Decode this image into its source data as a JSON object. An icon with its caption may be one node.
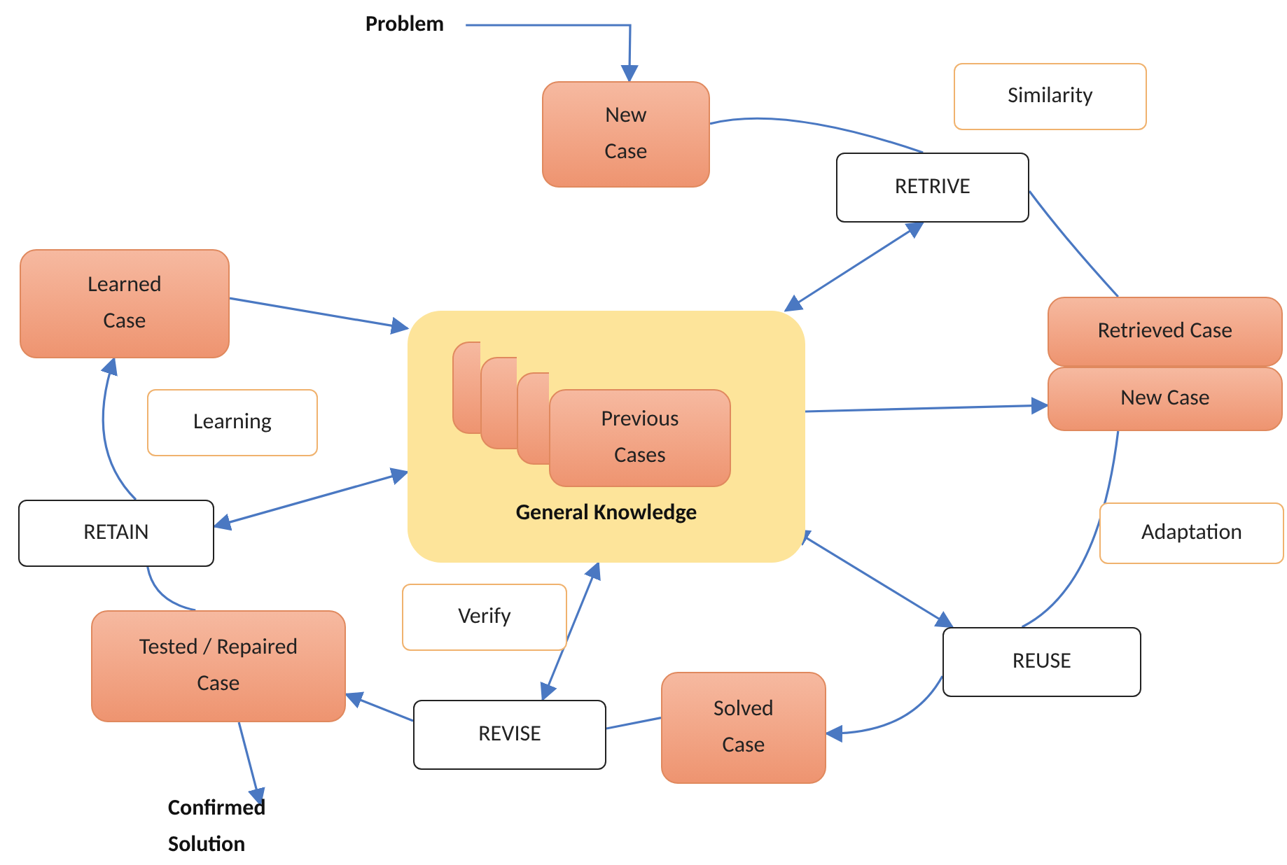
{
  "diagram": {
    "nodes": [
      {
        "text": [
          "Problem"
        ]
      },
      {
        "text": [
          "New Case"
        ]
      },
      {
        "text": [
          "Similarity"
        ]
      },
      {
        "text": [
          "RETRIVE"
        ]
      },
      {
        "text": [
          "Learned Case"
        ]
      },
      {
        "text": [
          "General Knowledge"
        ]
      },
      {
        "text": [],
        "shape": "box",
        "in": 5
      },
      {
        "text": [],
        "shape": "box",
        "in": 5
      },
      {
        "text": [],
        "shape": "box",
        "in": 5
      },
      {
        "text": [
          "Previous Cases"
        ],
        "in": 5
      },
      {
        "text": [
          "Learning"
        ]
      },
      {
        "text": [
          "Retrieved Case"
        ]
      },
      {
        "text": [
          "New Case"
        ]
      },
      {
        "text": [
          "RETAIN"
        ]
      },
      {
        "text": [
          "Adaptation"
        ]
      },
      {
        "text": [
          "Verify"
        ]
      },
      {
        "text": [
          "Tested / Repaired Case"
        ]
      },
      {
        "text": [
          "REUSE"
        ]
      },
      {
        "text": [
          "REVISE"
        ]
      },
      {
        "text": [
          "Solved Case"
        ]
      },
      {
        "text": [
          "Confirmed Solution"
        ]
      }
    ],
    "edges": [
      {
        "from": 0,
        "to": 1,
        "arrow": "to"
      },
      {
        "from": 1,
        "to": 3,
        "arrow": "none"
      },
      {
        "from": 3,
        "to": 11,
        "arrow": "none"
      },
      {
        "from": 3,
        "to": 5,
        "arrow": "both"
      },
      {
        "from": 4,
        "to": 5,
        "arrow": "to"
      },
      {
        "from": 5,
        "to": 12,
        "arrow": "to"
      },
      {
        "from": 12,
        "to": 17,
        "arrow": "none"
      },
      {
        "from": 5,
        "to": 17,
        "arrow": "both"
      },
      {
        "from": 17,
        "to": 19,
        "arrow": "to"
      },
      {
        "from": 19,
        "to": 18,
        "arrow": "none"
      },
      {
        "from": 5,
        "to": 18,
        "arrow": "both"
      },
      {
        "from": 18,
        "to": 16,
        "arrow": "to"
      },
      {
        "from": 16,
        "to": 13,
        "arrow": "none"
      },
      {
        "from": 13,
        "to": 5,
        "arrow": "both"
      },
      {
        "from": 13,
        "to": 4,
        "arrow": "to"
      },
      {
        "from": 16,
        "to": 20,
        "arrow": "to"
      }
    ]
  }
}
